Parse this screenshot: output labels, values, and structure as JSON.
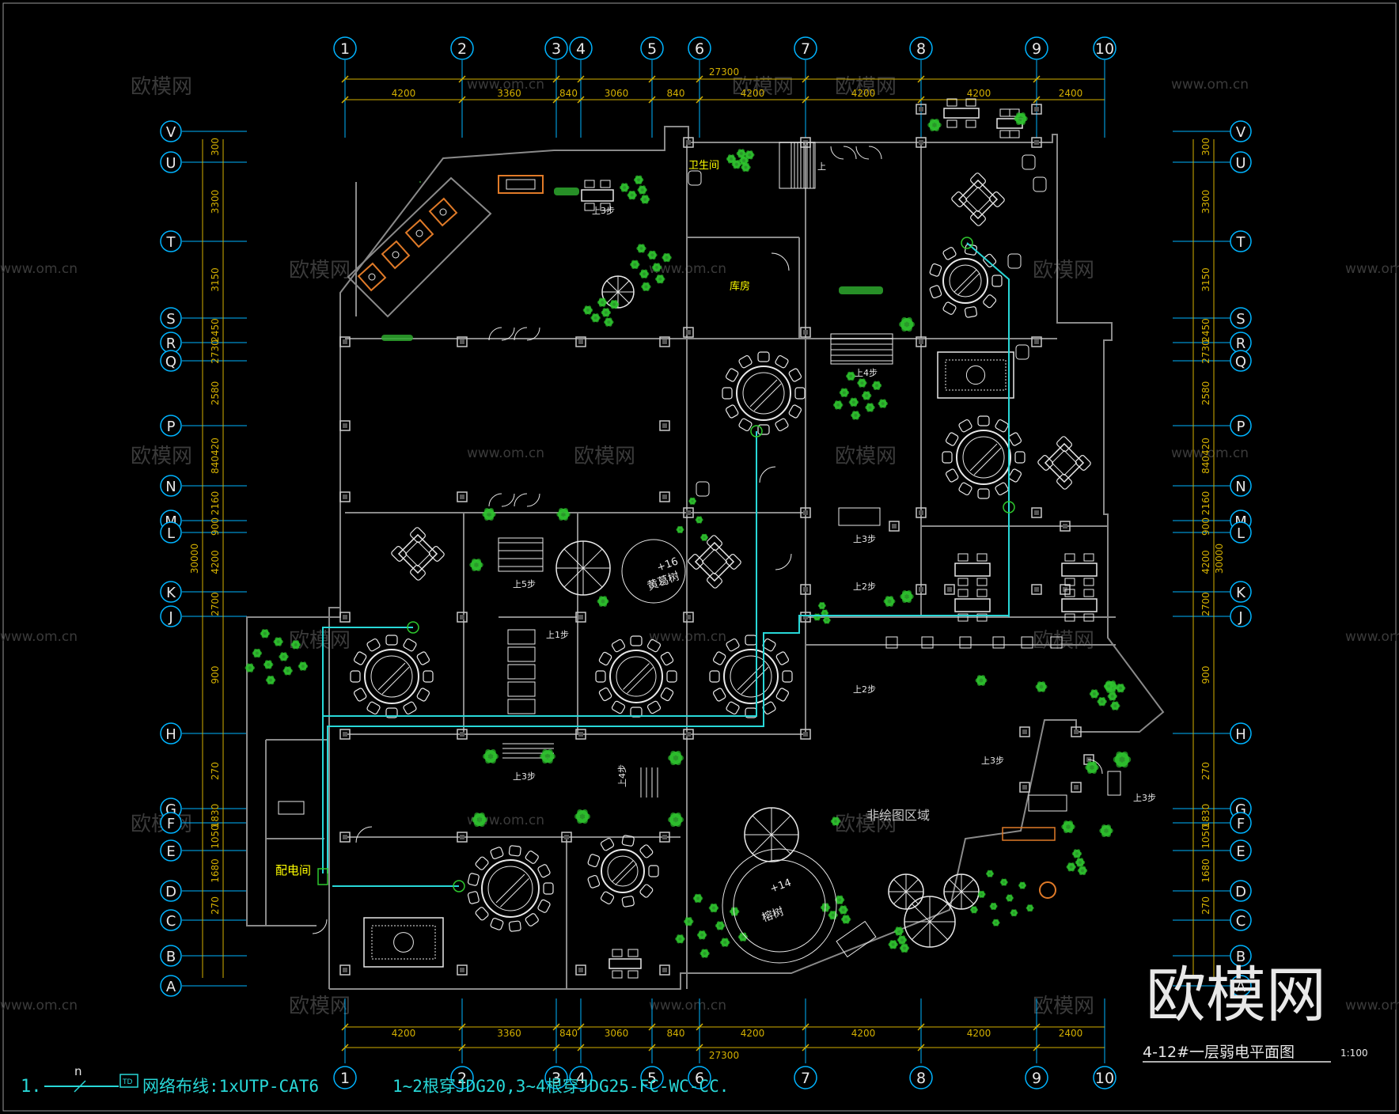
{
  "drawing": {
    "title": "4-12#一层弱电平面图",
    "scale": "1:100",
    "total_width": "27300",
    "total_height": "30000",
    "non_drawing_area": "非绘图区域",
    "watermark_logo": "欧模网",
    "watermark_url": "www.om.cn",
    "watermark_cn": "欧模网"
  },
  "colors": {
    "background": "#000000",
    "axis": "#00b4ff",
    "dim": "#d4b000",
    "wall": "#8a8a8a",
    "column": "#c8c8c8",
    "furniture": "#e8e8e8",
    "network": "#28d8d8",
    "plants": "#2ea82e",
    "room_label": "#ffff00",
    "wood": "#e07a28",
    "legend": "#28d8d8"
  },
  "grid": {
    "columns": [
      "1",
      "2",
      "3",
      "4",
      "5",
      "6",
      "7",
      "8",
      "9",
      "10"
    ],
    "rows": [
      "V",
      "U",
      "T",
      "S",
      "R",
      "Q",
      "P",
      "N",
      "M",
      "L",
      "K",
      "J",
      "H",
      "G",
      "F",
      "E",
      "D",
      "C",
      "B",
      "A"
    ]
  },
  "dims_horizontal": [
    "4200",
    "3360",
    "840",
    "3060",
    "840",
    "4200",
    "4200",
    "4200",
    "2400"
  ],
  "dims_vertical": [
    "300",
    "3300",
    "3150",
    "2450",
    "2730",
    "2580",
    "840420",
    "2160",
    "900",
    "4200",
    "2700",
    "900",
    "270",
    "1830",
    "1050",
    "1680",
    "270"
  ],
  "rooms": {
    "toilet": "卫生间",
    "storage": "库房",
    "power_room": "配电间",
    "tree1": "黄葛树",
    "tree1_num": "+16",
    "tree2": "榕树",
    "tree2_num": "+14"
  },
  "steps": {
    "up3": "上3步",
    "up5": "上5步",
    "up1": "上1步",
    "up2": "上2步",
    "up4": "上4步",
    "up": "上"
  },
  "legend": {
    "index": "1.",
    "n_mark": "n",
    "td_mark": "TD",
    "text": "网络布线:1xUTP-CAT6",
    "conduit": "1~2根穿JDG20,3~4根穿JDG25-FC-WC-CC."
  }
}
